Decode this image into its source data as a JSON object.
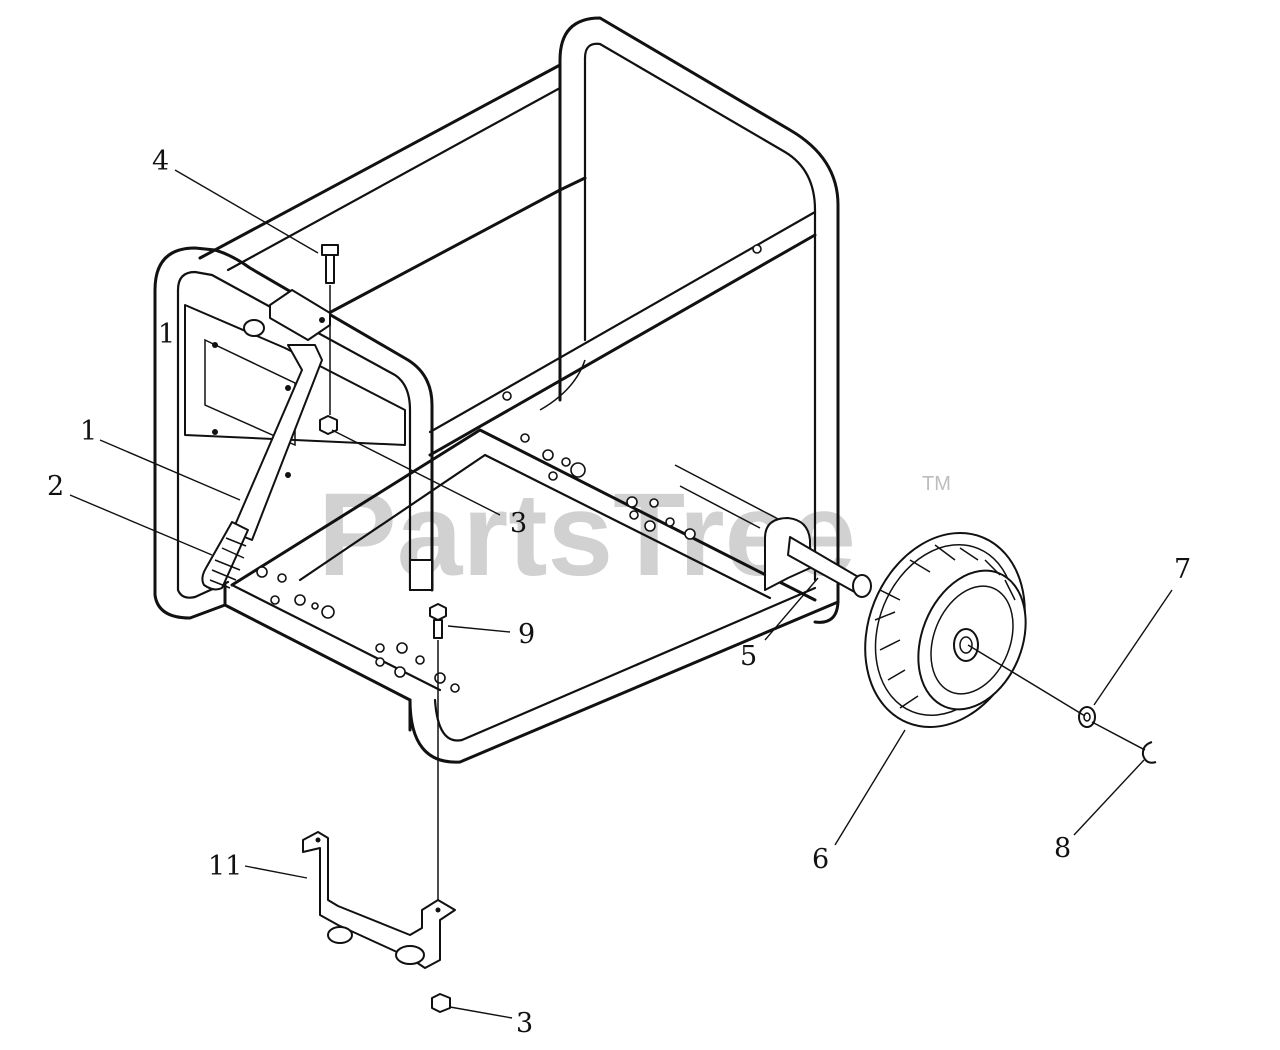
{
  "watermark": {
    "text": "PartsTree",
    "mark": "TM"
  },
  "callouts": [
    {
      "id": "c4",
      "label": "4"
    },
    {
      "id": "c1a",
      "label": "1"
    },
    {
      "id": "c1b",
      "label": "1"
    },
    {
      "id": "c2",
      "label": "2"
    },
    {
      "id": "c3a",
      "label": "3"
    },
    {
      "id": "c9",
      "label": "9"
    },
    {
      "id": "c5",
      "label": "5"
    },
    {
      "id": "c6",
      "label": "6"
    },
    {
      "id": "c7",
      "label": "7"
    },
    {
      "id": "c8",
      "label": "8"
    },
    {
      "id": "c11",
      "label": "11"
    },
    {
      "id": "c3b",
      "label": "3"
    }
  ]
}
